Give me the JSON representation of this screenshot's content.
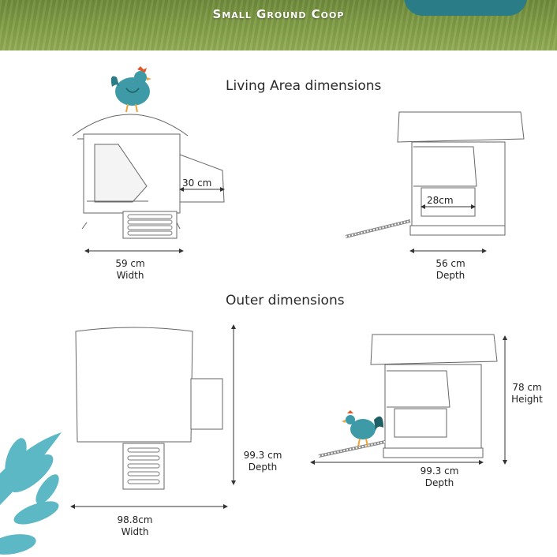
{
  "banner": {
    "title": "Small Ground Coop"
  },
  "sections": {
    "living": "Living Area dimensions",
    "outer": "Outer dimensions"
  },
  "dimensions": {
    "living_width": {
      "value": "59 cm",
      "label": "Width"
    },
    "living_nest_box": "30 cm",
    "living_depth": {
      "value": "56 cm",
      "label": "Depth"
    },
    "living_door": "28cm",
    "outer_side_depth": {
      "value": "99.3 cm",
      "label": "Depth"
    },
    "outer_width": {
      "value": "98.8cm",
      "label": "Width"
    },
    "outer_front_depth": {
      "value": "99.3 cm",
      "label": "Depth"
    },
    "outer_height": {
      "value": "78 cm",
      "label": "Height"
    }
  },
  "colors": {
    "accent_teal": "#2a7c86",
    "leaf_teal": "#5bb8c4",
    "line": "#555555"
  }
}
